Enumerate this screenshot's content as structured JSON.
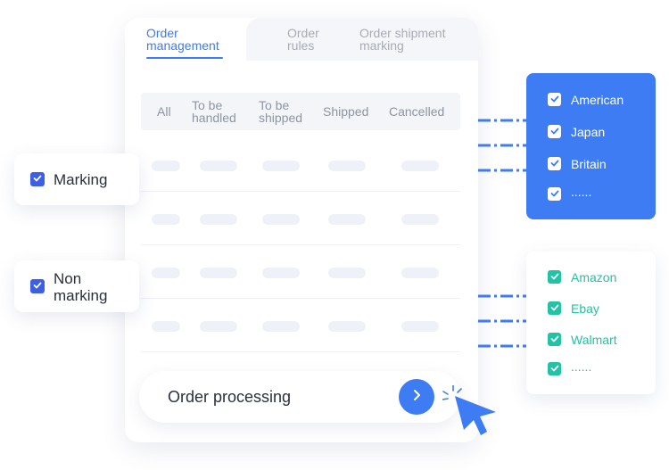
{
  "tabs": [
    {
      "label_line1": "Order",
      "label_line2": "management",
      "active": true
    },
    {
      "label_line1": "Order",
      "label_line2": "rules",
      "active": false
    },
    {
      "label_line1": "Order shipment",
      "label_line2": "marking",
      "active": false
    }
  ],
  "status_filters": {
    "all": "All",
    "to_be_handled_1": "To be",
    "to_be_handled_2": "handled",
    "to_be_shipped_1": "To be",
    "to_be_shipped_2": "shipped",
    "shipped": "Shipped",
    "cancelled": "Cancelled"
  },
  "process": {
    "label": "Order processing"
  },
  "left_cards": {
    "marking": {
      "label": "Marking",
      "checked": true
    },
    "non_marking": {
      "label_line1": "Non",
      "label_line2": "marking",
      "checked": true
    }
  },
  "countries": {
    "items": [
      "American",
      "Japan",
      "Britain",
      "......"
    ],
    "checked": [
      true,
      true,
      true,
      true
    ]
  },
  "platforms": {
    "items": [
      "Amazon",
      "Ebay",
      "Walmart",
      "......"
    ],
    "checked": [
      true,
      true,
      true,
      true
    ]
  },
  "colors": {
    "accent": "#3d7cf2",
    "checkbox_blue": "#3d5fe5",
    "teal": "#22c2a5",
    "muted_text": "#8e95a1"
  },
  "icons": {
    "process_button": "chevron-right-icon",
    "cursor": "pointer-cursor-icon",
    "checkbox": "checkmark-icon"
  }
}
